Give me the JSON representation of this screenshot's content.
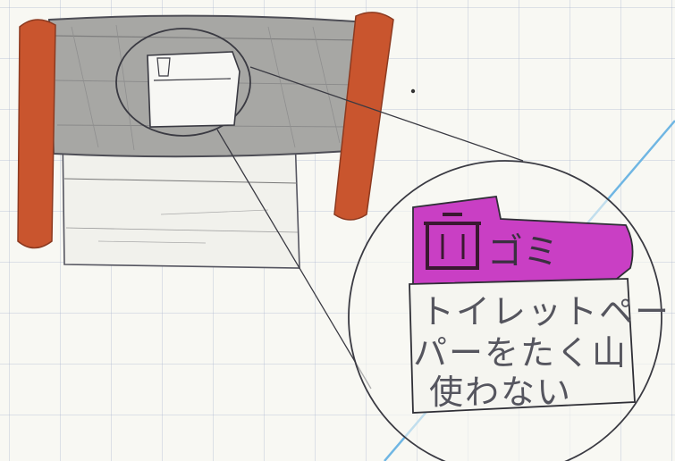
{
  "sign": {
    "title": "ゴミ",
    "lines": [
      "トイレットペー",
      "パーをたく山",
      "使わない"
    ],
    "header_color": "#c93fc4",
    "icon": "trash-can-icon"
  },
  "colors": {
    "paper": "#f8f8f3",
    "grid": "#aab4cd",
    "pencil": "#555560",
    "holder_shade": "#9a9a9a",
    "side_red": "#c9552e",
    "blue_line": "#6fb6e3",
    "magenta": "#c93fc4"
  }
}
